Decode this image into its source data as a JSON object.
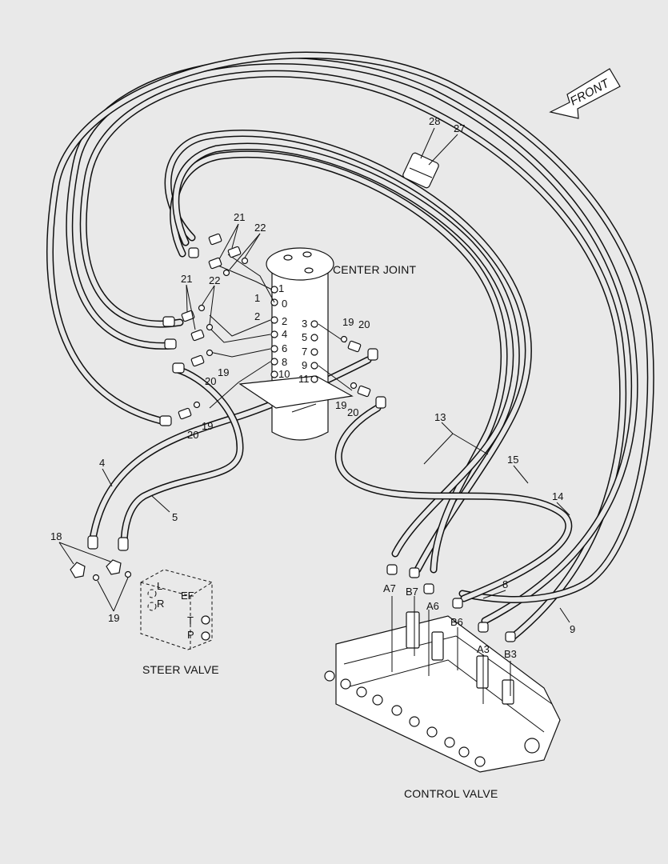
{
  "direction": {
    "label": "FRONT"
  },
  "assemblies": {
    "center_joint": "CENTER JOINT",
    "steer_valve": "STEER VALVE",
    "control_valve": "CONTROL VALVE"
  },
  "center_joint_ports_left": [
    "1",
    "0",
    "2",
    "4",
    "6",
    "8",
    "10"
  ],
  "center_joint_ports_right": [
    "3",
    "5",
    "7",
    "9",
    "11"
  ],
  "center_joint_leader_marks": [
    "1",
    "2"
  ],
  "steer_valve_ports": [
    "L",
    "EF",
    "R",
    "T",
    "P"
  ],
  "control_valve_ports": [
    "A7",
    "B7",
    "A6",
    "B6",
    "A3",
    "B3"
  ],
  "callouts": {
    "c28": "28",
    "c27": "27",
    "c21a": "21",
    "c22a": "22",
    "c21b": "21",
    "c22b": "22",
    "c19a": "19",
    "c20a": "20",
    "c20b": "20",
    "c19b": "19",
    "c19c": "19",
    "c20c": "20",
    "c20d": "20",
    "c19d": "19",
    "c4": "4",
    "c5": "5",
    "c13": "13",
    "c15": "15",
    "c14": "14",
    "c8": "8",
    "c9": "9",
    "c18": "18",
    "c19e": "19"
  }
}
